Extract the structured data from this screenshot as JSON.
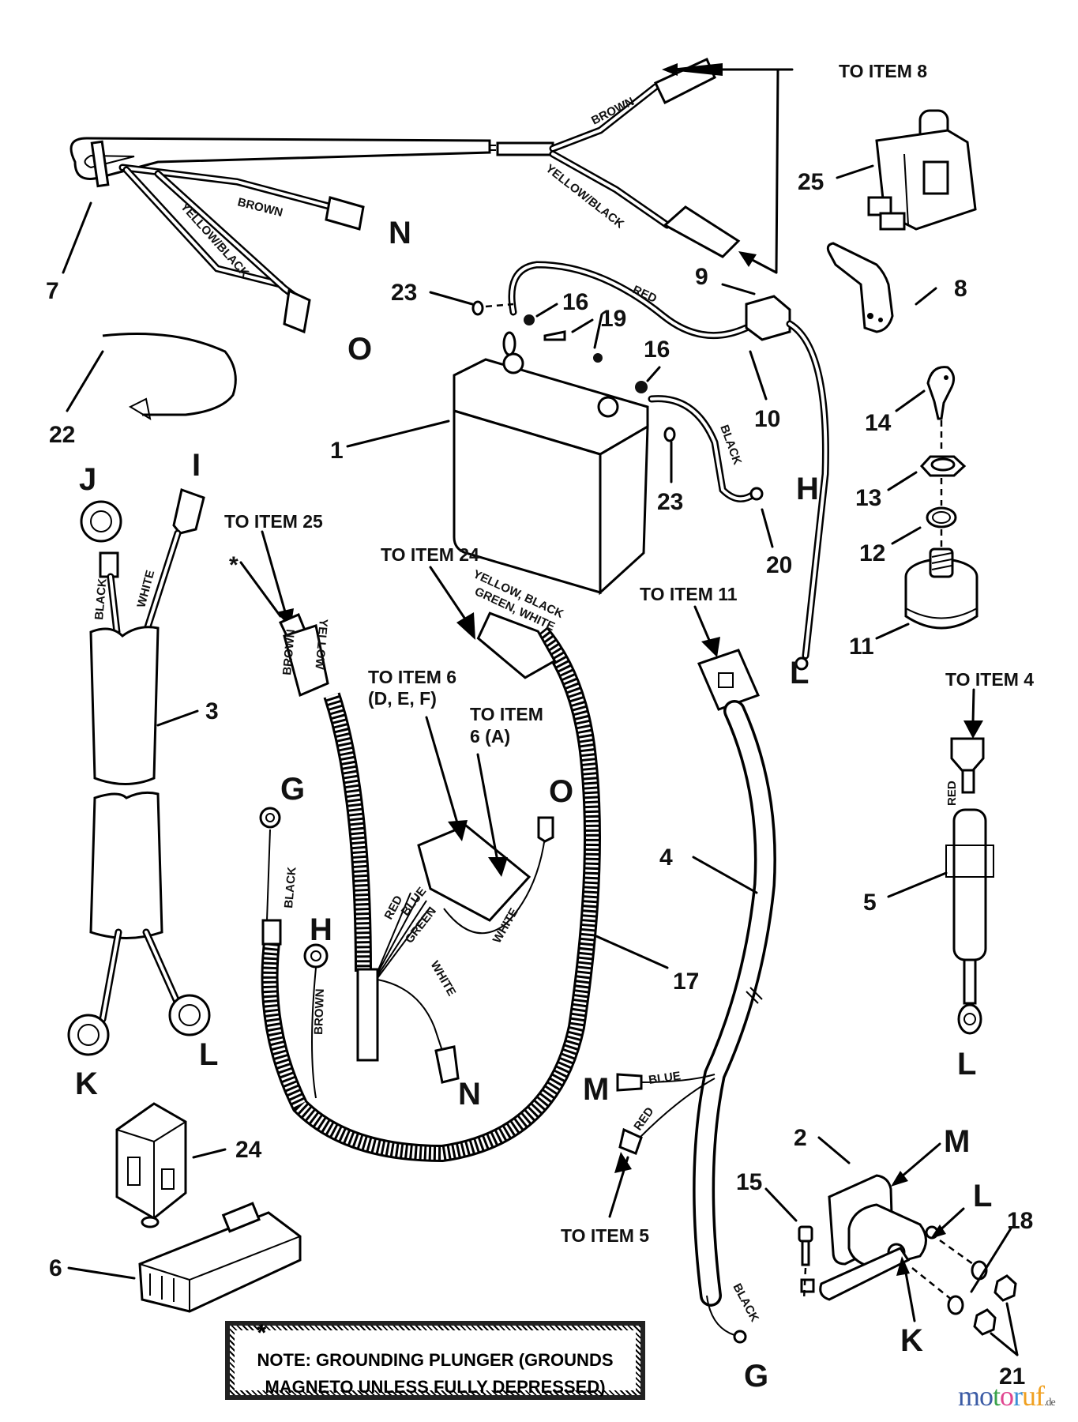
{
  "title": "Wiring harness exploded parts diagram",
  "callouts": {
    "1": "1",
    "2": "2",
    "3": "3",
    "4": "4",
    "5": "5",
    "6": "6",
    "7": "7",
    "8": "8",
    "9": "9",
    "10": "10",
    "11": "11",
    "12": "12",
    "13": "13",
    "14": "14",
    "15": "15",
    "16a": "16",
    "16b": "16",
    "17": "17",
    "18": "18",
    "19": "19",
    "20": "20",
    "21": "21",
    "22": "22",
    "23a": "23",
    "23b": "23",
    "24": "24",
    "25": "25"
  },
  "connection_letters": {
    "N_top": "N",
    "O_top": "O",
    "H_right": "H",
    "L_right": "L",
    "J": "J",
    "I": "I",
    "K_left": "K",
    "L_left": "L",
    "G_mid": "G",
    "H_mid": "H",
    "O_mid": "O",
    "N_mid": "N",
    "L_5": "L",
    "M_4": "M",
    "G_4": "G",
    "M_2": "M",
    "L_2": "L",
    "K_2": "K"
  },
  "references": {
    "to_item_8": "TO ITEM 8",
    "to_item_25": "TO ITEM 25",
    "to_item_24": "TO ITEM 24",
    "to_item_6_def_l1": "TO ITEM 6",
    "to_item_6_def_l2": "(D, E, F)",
    "to_item_6_a_l1": "TO ITEM",
    "to_item_6_a_l2": "6 (A)",
    "to_item_11": "TO ITEM 11",
    "to_item_4": "TO ITEM 4",
    "to_item_5": "TO ITEM 5"
  },
  "wire_labels": {
    "brown_7": "BROWN",
    "yellow_black_7": "YELLOW/BLACK",
    "brown_top": "BROWN",
    "yellow_black_top": "YELLOW/BLACK",
    "red_10": "RED",
    "black_20": "BLACK",
    "black_3": "BLACK",
    "white_3": "WHITE",
    "brown_25": "BROWN",
    "yellow_25": "YELLOW",
    "yellow_black_24": "YELLOW, BLACK",
    "green_white_24": "GREEN, WHITE",
    "black_G": "BLACK",
    "red_17": "RED",
    "blue_17": "BLUE",
    "green_17": "GREEN",
    "white_17a": "WHITE",
    "white_17b": "WHITE",
    "brown_H": "BROWN",
    "red_5": "RED",
    "blue_4": "BLUE",
    "red_4": "RED",
    "black_4": "BLACK"
  },
  "asterisk": "*",
  "note": {
    "marker": "*",
    "line1": "NOTE: GROUNDING PLUNGER (GROUNDS",
    "line2": "MAGNETO UNLESS FULLY DEPRESSED)"
  },
  "watermark": {
    "letters": [
      "m",
      "o",
      "t",
      "o",
      "r",
      "u",
      "f"
    ],
    "colors": [
      "#3b5ba5",
      "#3b5ba5",
      "#3aa24a",
      "#e0458f",
      "#3b8fd6",
      "#f0a020",
      "#f0a020"
    ],
    "tld": ".de"
  }
}
